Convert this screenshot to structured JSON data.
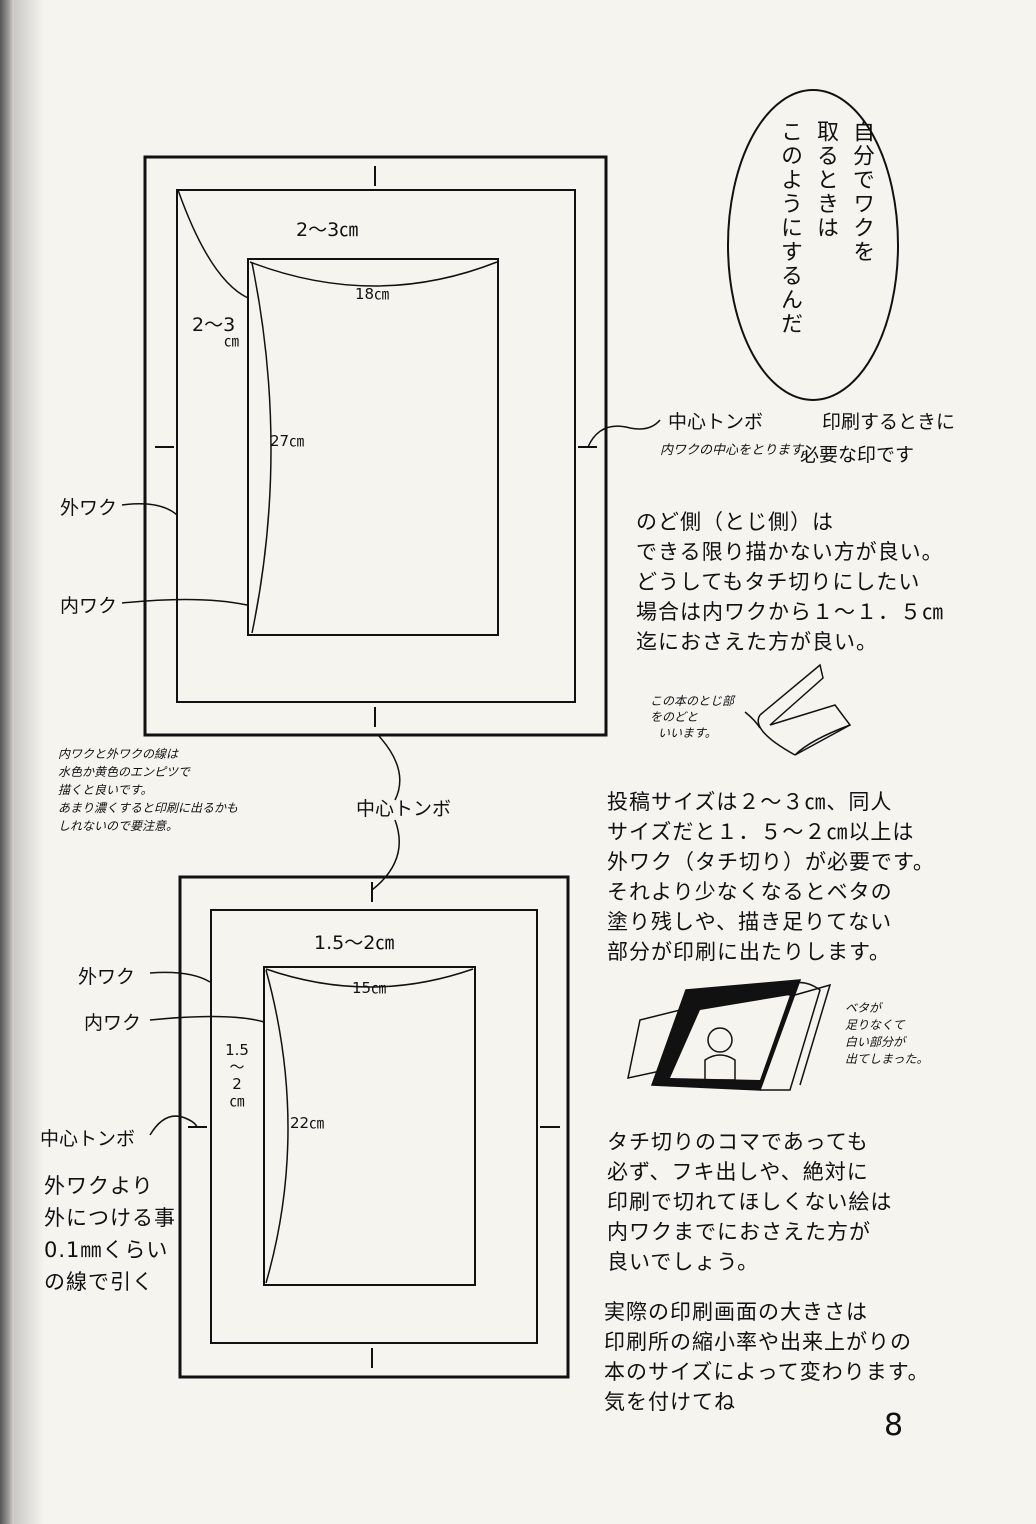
{
  "speech_bubble": {
    "lines": [
      "自分でワクを",
      "取るときは",
      "このようにするんだ"
    ]
  },
  "top_diagram": {
    "gutter_top": "2～3㎝",
    "gutter_left_a": "2～3",
    "gutter_left_b": "㎝",
    "width_label": "18㎝",
    "height_label": "27㎝",
    "outer_frame_label": "外ワク",
    "inner_frame_label": "内ワク"
  },
  "center_mark_note": {
    "title": "中心トンボ",
    "text1": "印刷するときに",
    "hand": "内ワクの中心をとります。",
    "text2": "必要な印です"
  },
  "throat_note": {
    "lines": [
      "のど側（とじ側）は",
      "できる限り描かない方が良い。",
      "どうしてもタチ切りにしたい",
      "場合は内ワクから１～１．５㎝",
      "迄におさえた方が良い。"
    ]
  },
  "book_sketch_caption": [
    "この本のとじ部",
    "をのどと",
    "いいます。"
  ],
  "pencil_note": {
    "lines": [
      "内ワクと外ワクの線は",
      "水色か黄色のエンピツで",
      "描くと良いです。",
      "あまり濃くすると印刷に出るかも",
      "しれないので要注意。"
    ]
  },
  "center_mark_middle": "中心トンボ",
  "submission_note": {
    "lines": [
      "投稿サイズは２～３㎝、同人",
      "サイズだと１．５～２㎝以上は",
      "外ワク（タチ切り）が必要です。",
      "それより少なくなるとベタの",
      "塗り残しや、描き足りてない",
      "部分が印刷に出たりします。"
    ]
  },
  "beta_sketch_caption": [
    "ベタが",
    "足りなくて",
    "白い部分が",
    "出てしまった。"
  ],
  "bottom_diagram": {
    "gutter_top": "1.5～2㎝",
    "width_label": "15㎝",
    "height_label": "22㎝",
    "gutter_left": [
      "1.5",
      "～",
      "2",
      "㎝"
    ],
    "outer_frame_label": "外ワク",
    "inner_frame_label": "内ワク",
    "center_mark_label": "中心トンボ"
  },
  "outside_note": {
    "lines": [
      "外ワクより",
      "外につける事",
      "0.1㎜くらい",
      "の線で引く"
    ]
  },
  "bleed_note": {
    "lines": [
      "タチ切りのコマであっても",
      "必ず、フキ出しや、絶対に",
      "印刷で切れてほしくない絵は",
      "内ワクまでにおさえた方が",
      "良いでしょう。"
    ]
  },
  "print_size_note": {
    "lines": [
      "実際の印刷画面の大きさは",
      "印刷所の縮小率や出来上がりの",
      "本のサイズによって変わります。",
      "気を付けてね"
    ]
  },
  "page_number": "8"
}
